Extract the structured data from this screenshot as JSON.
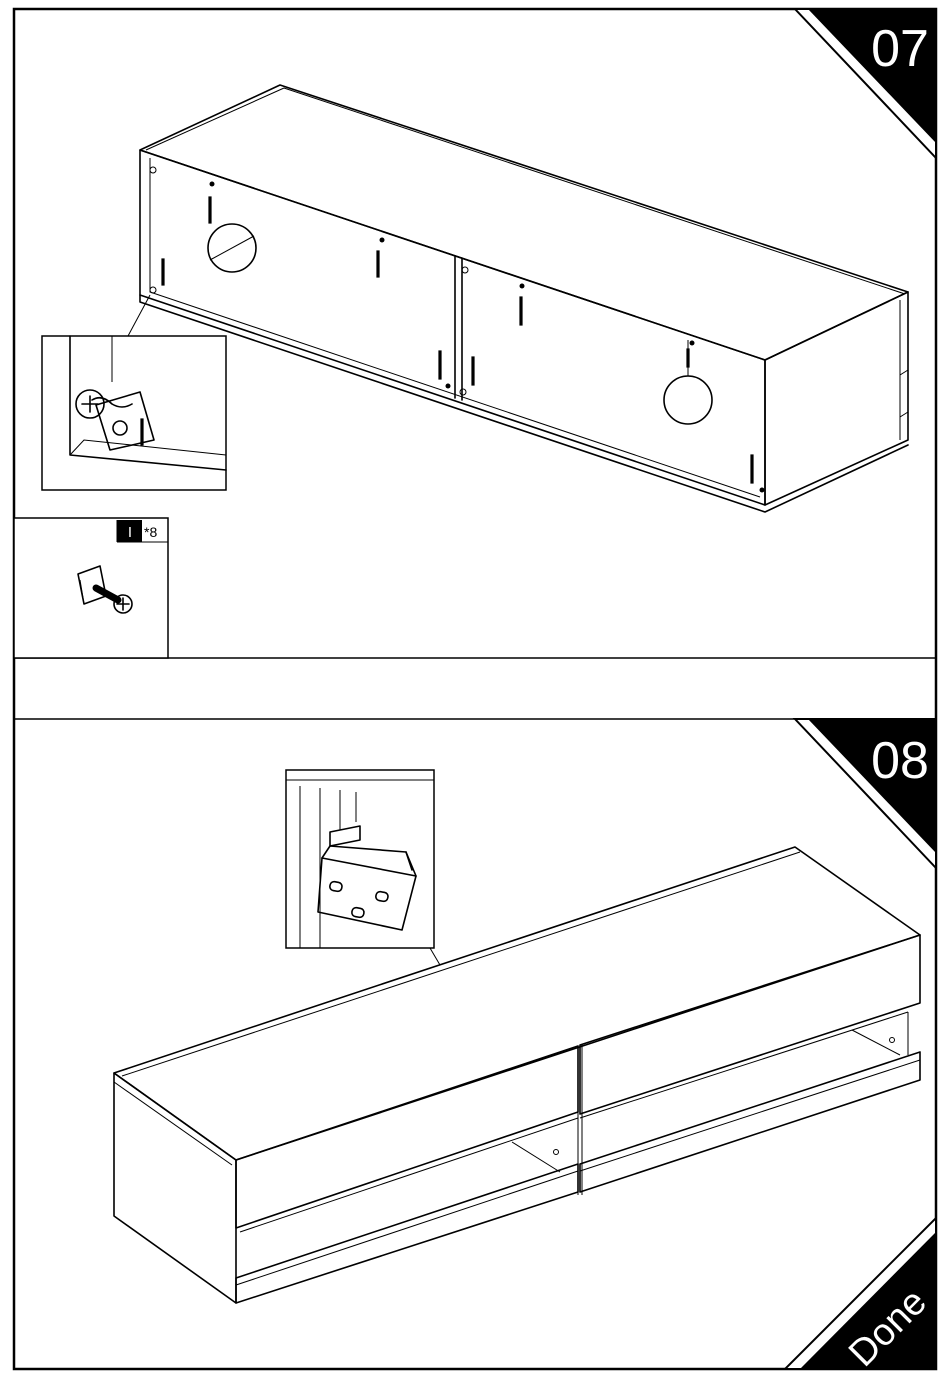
{
  "step_07": {
    "number": "07"
  },
  "step_08": {
    "number": "08"
  },
  "parts_callout": {
    "part_id": "I",
    "quantity": "*8",
    "icon": "cam-bolt-icon"
  },
  "done_label": "Done"
}
